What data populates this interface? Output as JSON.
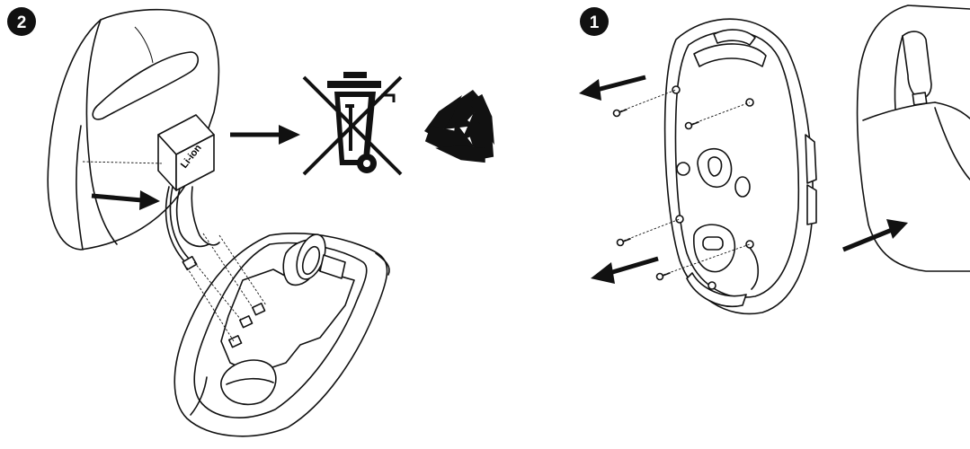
{
  "steps": [
    {
      "label": "2"
    },
    {
      "label": "1"
    }
  ],
  "battery": {
    "label": "Li-ion"
  },
  "colors": {
    "line": "#111111",
    "background": "#ffffff"
  },
  "icons": [
    "crossed-out-wheelie-bin-icon",
    "recycle-icon"
  ]
}
